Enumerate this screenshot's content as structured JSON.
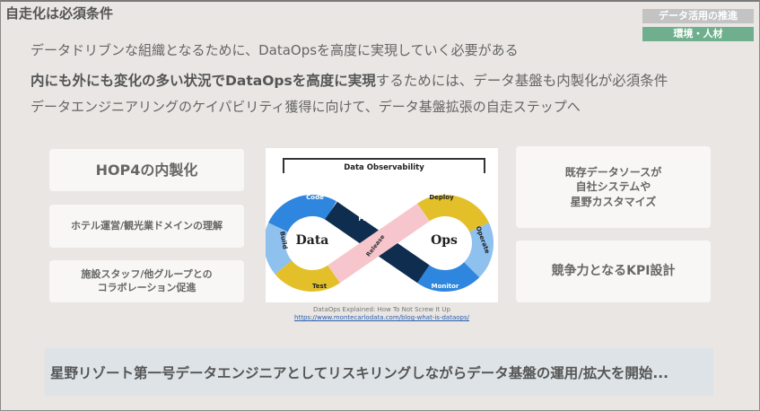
{
  "title": "自走化は必須条件",
  "badges": [
    "データ活用の推進",
    "環境・人材"
  ],
  "colors": {
    "badge_gray": "#c3c3c3",
    "badge_green": "#6faf8d",
    "code": "#2e86de",
    "build": "#8fc1ee",
    "test": "#e3c02a",
    "plan": "#0f2d4e",
    "release": "#f6c6cc",
    "deploy": "#e3c02a",
    "operate": "#8fc1ee",
    "monitor": "#2e86de"
  },
  "lines": {
    "l1": "データドリブンな組織となるために、DataOpsを高度に実現していく必要がある",
    "l2_bold": "内にも外にも変化の多い状況でDataOpsを高度に実現",
    "l2_rest": "するためには、データ基盤も内製化が必須条件",
    "l3": "データエンジニアリングのケイパビリティ獲得に向けて、データ基盤拡張の自走ステップへ"
  },
  "left_boxes": [
    "HOP4の内製化",
    "ホテル運営/観光業ドメインの理解",
    "施設スタッフ/他グループとの",
    "コラボレーション促進"
  ],
  "right_boxes": [
    "既存データソースが",
    "自社システムや",
    "星野カスタマイズ",
    "競争力となるKPI設計"
  ],
  "diagram": {
    "header": "Data Observability",
    "left_center": "Data",
    "right_center": "Ops",
    "segments": [
      "Code",
      "Build",
      "Test",
      "Plan",
      "Release",
      "Deploy",
      "Operate",
      "Monitor"
    ]
  },
  "caption": {
    "text": "DataOps Explained: How To Not Screw It Up",
    "link": "https://www.montecarlodata.com/blog-what-is-dataops/"
  },
  "banner": "星野リゾート第一号データエンジニアとしてリスキリングしながらデータ基盤の運用/拡大を開始..."
}
